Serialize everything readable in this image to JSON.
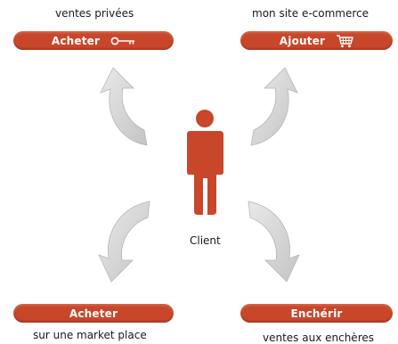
{
  "colors": {
    "accent": "#c8472a",
    "arrow": "#d2d2d2"
  },
  "top_left": {
    "caption": "ventes privées",
    "button": "Acheter",
    "icon": "key-icon"
  },
  "top_right": {
    "caption": "mon site e-commerce",
    "button": "Ajouter",
    "icon": "cart-icon"
  },
  "bottom_left": {
    "button": "Acheter",
    "caption": "sur une market place"
  },
  "bottom_right": {
    "button": "Enchérir",
    "caption": "ventes aux enchères"
  },
  "center": {
    "label": "Client",
    "icon": "person-icon"
  }
}
